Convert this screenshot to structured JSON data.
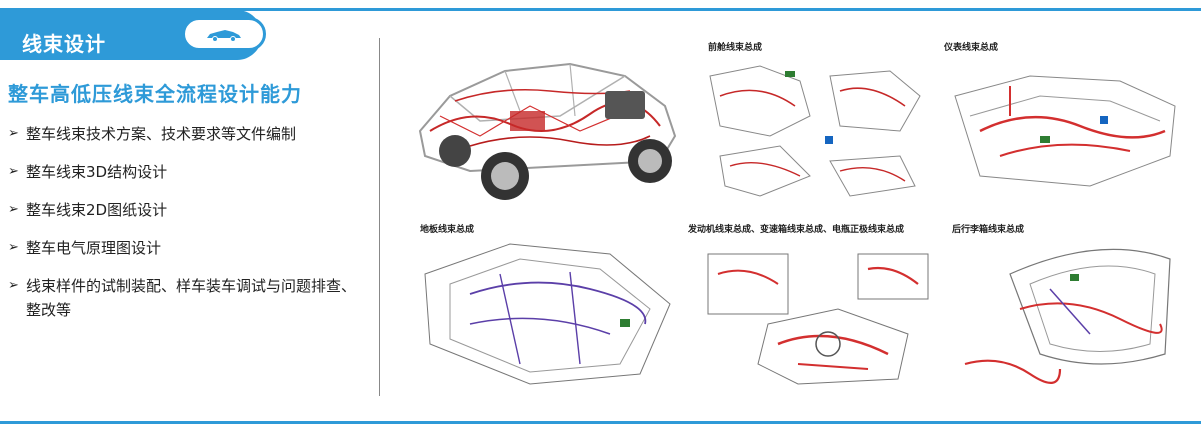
{
  "banner": {
    "title": "线束设计",
    "icon": "car-icon"
  },
  "heading": "整车高低压线束全流程设计能力",
  "bullets": [
    "整车线束技术方案、技术要求等文件编制",
    "整车线束3D结构设计",
    "整车线束2D图纸设计",
    "整车电气原理图设计",
    "线束样件的试制装配、样车装车调试与问题排查、整改等"
  ],
  "images": {
    "front_cabin": "前舱线束总成",
    "instrument": "仪表线束总成",
    "floor": "地板线束总成",
    "engine": "发动机线束总成、变速箱线束总成、电瓶正极线束总成",
    "trunk": "后行李箱线束总成"
  },
  "colors": {
    "accent": "#2e9ad8",
    "harness_red": "#c62828",
    "harness_purple": "#5b3fa8"
  }
}
